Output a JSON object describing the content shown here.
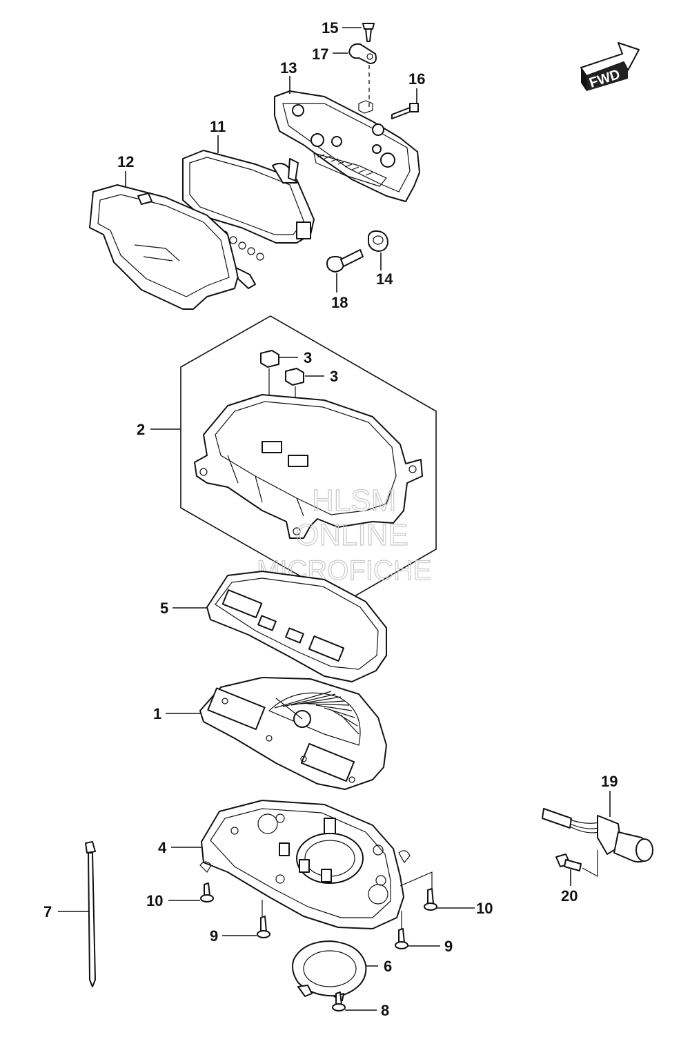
{
  "callouts": {
    "c1": "1",
    "c2": "2",
    "c3a": "3",
    "c3b": "3",
    "c4": "4",
    "c5": "5",
    "c6": "6",
    "c7": "7",
    "c8": "8",
    "c9a": "9",
    "c9b": "9",
    "c10a": "10",
    "c10b": "10",
    "c11": "11",
    "c12": "12",
    "c13": "13",
    "c14": "14",
    "c15": "15",
    "c16": "16",
    "c17": "17",
    "c18": "18",
    "c19": "19",
    "c20": "20"
  },
  "fwd_arrow": "FWD",
  "watermark": {
    "line1": "HLSM",
    "line2": "ONLINE",
    "line3": "MICROFICHE"
  }
}
